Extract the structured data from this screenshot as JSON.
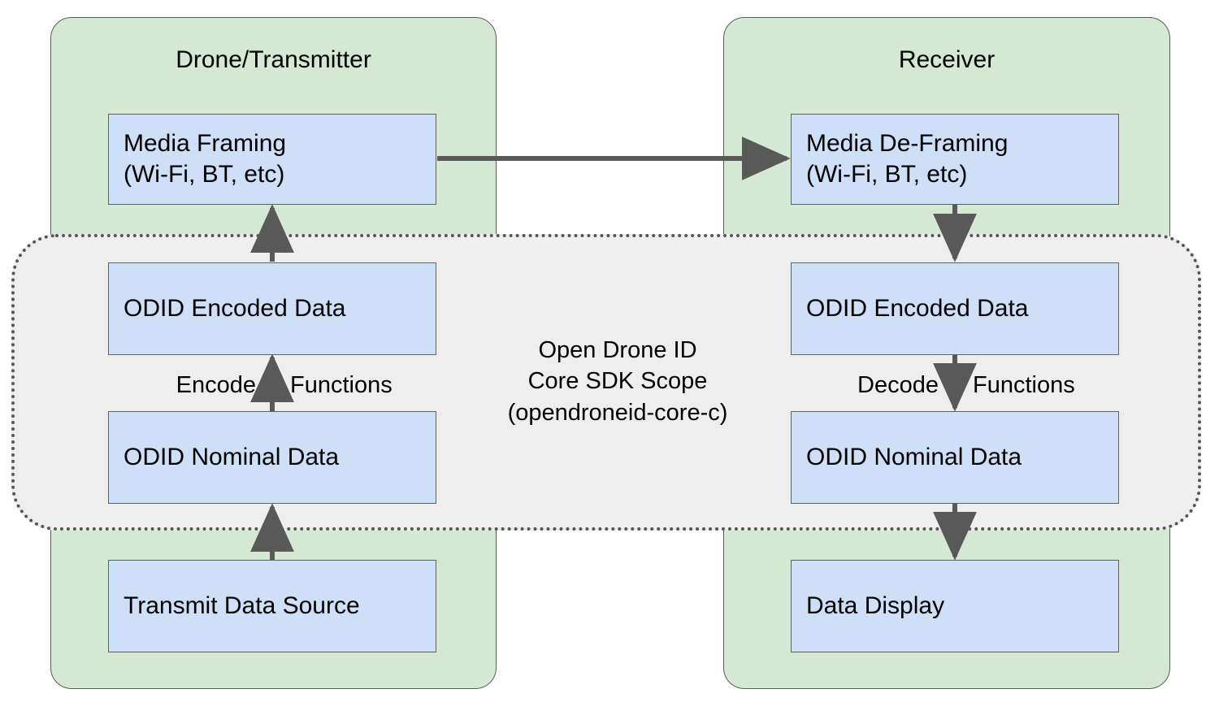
{
  "diagram": {
    "title": "Open Drone ID Core SDK Scope",
    "background_color": "#ffffff",
    "panel_color": "#d5e8d4",
    "node_color": "#cde0f7",
    "scope_color": "#eeeeee",
    "edge_color": "#595959",
    "border_color": "#5b5b5b"
  },
  "panels": [
    {
      "id": "transmitter",
      "title": "Drone/Transmitter"
    },
    {
      "id": "receiver",
      "title": "Receiver"
    }
  ],
  "scope": {
    "label_line1": "Open Drone ID",
    "label_line2": "Core SDK Scope",
    "label_line3": "(opendroneid-core-c)",
    "label": "Open Drone ID\nCore SDK Scope\n(opendroneid-core-c)"
  },
  "nodes": {
    "media_framing": {
      "label": "Media Framing\n(Wi-Fi, BT, etc)"
    },
    "tx_encoded": {
      "label": "ODID Encoded Data"
    },
    "tx_nominal": {
      "label": "ODID Nominal Data"
    },
    "transmit_source": {
      "label": "Transmit Data Source"
    },
    "media_deframing": {
      "label": "Media De-Framing\n(Wi-Fi, BT, etc)"
    },
    "rx_encoded": {
      "label": "ODID Encoded Data"
    },
    "rx_nominal": {
      "label": "ODID Nominal Data"
    },
    "data_display": {
      "label": "Data Display"
    }
  },
  "edge_labels": {
    "encode_left": "Encode",
    "encode_right": "Functions",
    "decode_left": "Decode",
    "decode_right": "Functions"
  }
}
